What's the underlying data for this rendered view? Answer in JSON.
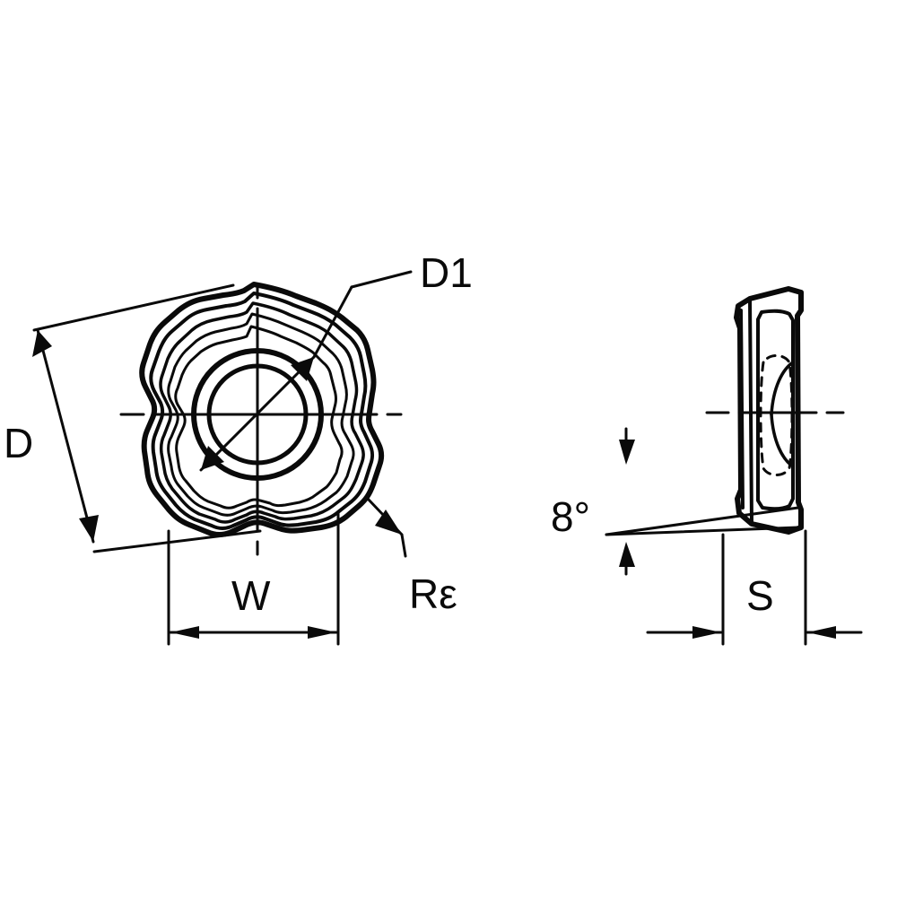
{
  "drawing": {
    "title": "Milling insert dimensional drawing",
    "background_color": "#ffffff",
    "line_color": "#0a0a0a",
    "views": [
      {
        "name": "top-view",
        "description": "Top view of square milling insert with central bore and wiper profile"
      },
      {
        "name": "side-view",
        "description": "Side view of insert showing clearance angle and thickness"
      }
    ],
    "labels": {
      "diameter_inscribed": "D",
      "bore_diameter": "D1",
      "width": "W",
      "corner_radius": "Rε",
      "thickness": "S",
      "clearance_angle": "8°"
    }
  }
}
